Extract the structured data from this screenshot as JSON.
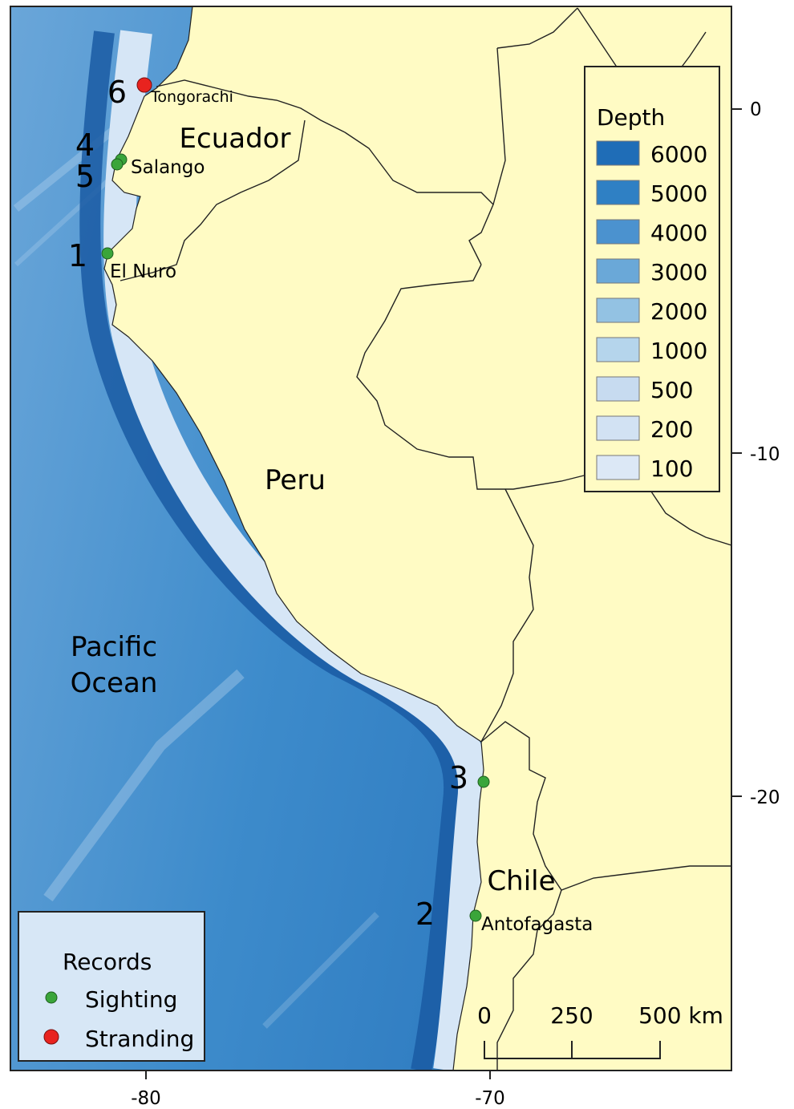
{
  "map": {
    "countries": {
      "ecuador": "Ecuador",
      "peru": "Peru",
      "chile": "Chile"
    },
    "ocean": {
      "line1": "Pacific",
      "line2": "Ocean"
    },
    "places": [
      {
        "number": "6",
        "name": "Tongorachi",
        "type": "Stranding",
        "color": "#e8231f"
      },
      {
        "number": "4",
        "name": "Salango",
        "type": "Sighting",
        "color": "#3aa53a"
      },
      {
        "number": "5",
        "name": "",
        "type": "Sighting",
        "color": "#3aa53a"
      },
      {
        "number": "1",
        "name": "El Nuro",
        "type": "Sighting",
        "color": "#3aa53a"
      },
      {
        "number": "3",
        "name": "",
        "type": "Sighting",
        "color": "#3aa53a"
      },
      {
        "number": "2",
        "name": "Antofagasta",
        "type": "Sighting",
        "color": "#3aa53a"
      }
    ],
    "x_ticks": [
      "-80",
      "-70"
    ],
    "y_ticks": [
      "0",
      "-10",
      "-20"
    ]
  },
  "depth_legend": {
    "title": "Depth",
    "items": [
      {
        "label": "6000",
        "color": "#1f6db7"
      },
      {
        "label": "5000",
        "color": "#2f80c4"
      },
      {
        "label": "4000",
        "color": "#4b92cf"
      },
      {
        "label": "3000",
        "color": "#6aa8d8"
      },
      {
        "label": "2000",
        "color": "#93c2e3"
      },
      {
        "label": "1000",
        "color": "#b5d5ec"
      },
      {
        "label": "500",
        "color": "#c7dbf0"
      },
      {
        "label": "200",
        "color": "#d2e2f3"
      },
      {
        "label": "100",
        "color": "#dce8f6"
      }
    ]
  },
  "records_legend": {
    "title": "Records",
    "sighting": {
      "label": "Sighting",
      "color": "#3aa53a"
    },
    "stranding": {
      "label": "Stranding",
      "color": "#e8231f"
    }
  },
  "scale_bar": {
    "labels": [
      "0",
      "250",
      "500 km"
    ]
  },
  "colors": {
    "land": "#fffbc4",
    "ocean_deep": "#2f7fc2",
    "ocean_shelf": "#d6e6f6"
  }
}
